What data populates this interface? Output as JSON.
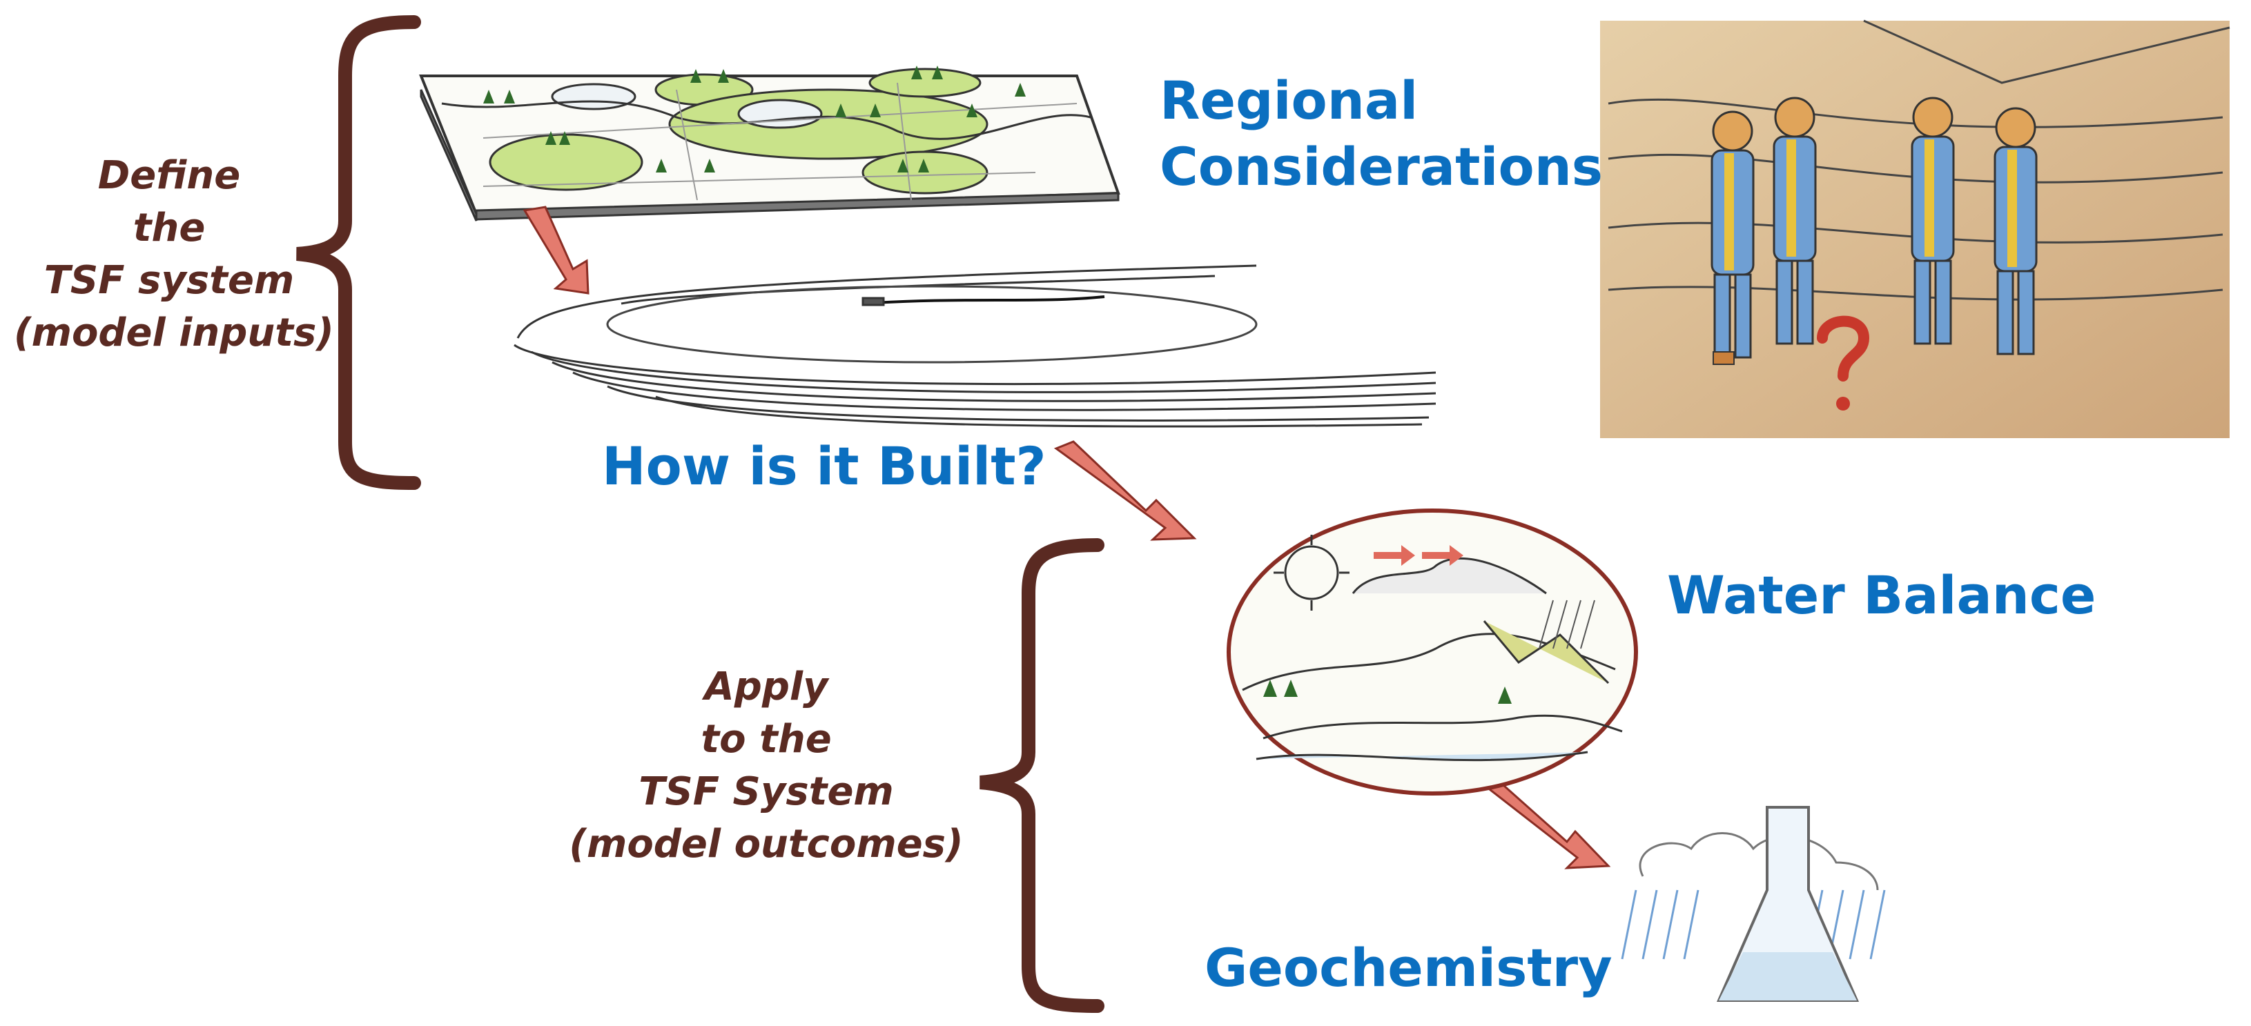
{
  "labels": {
    "regional_line1": "Regional",
    "regional_line2": "Considerations",
    "built": "How is it Built?",
    "water": "Water Balance",
    "geo": "Geochemistry"
  },
  "notes": {
    "define": [
      "Define",
      "the",
      "TSF system",
      "(model inputs)"
    ],
    "apply": [
      "Apply",
      "to the",
      "TSF System",
      "(model outcomes)"
    ]
  },
  "colors": {
    "label_blue": "#0b6fc0",
    "note_brown": "#5a2a22",
    "arrow_red": "#d9574a",
    "sketch_green": "#c9e38a"
  }
}
